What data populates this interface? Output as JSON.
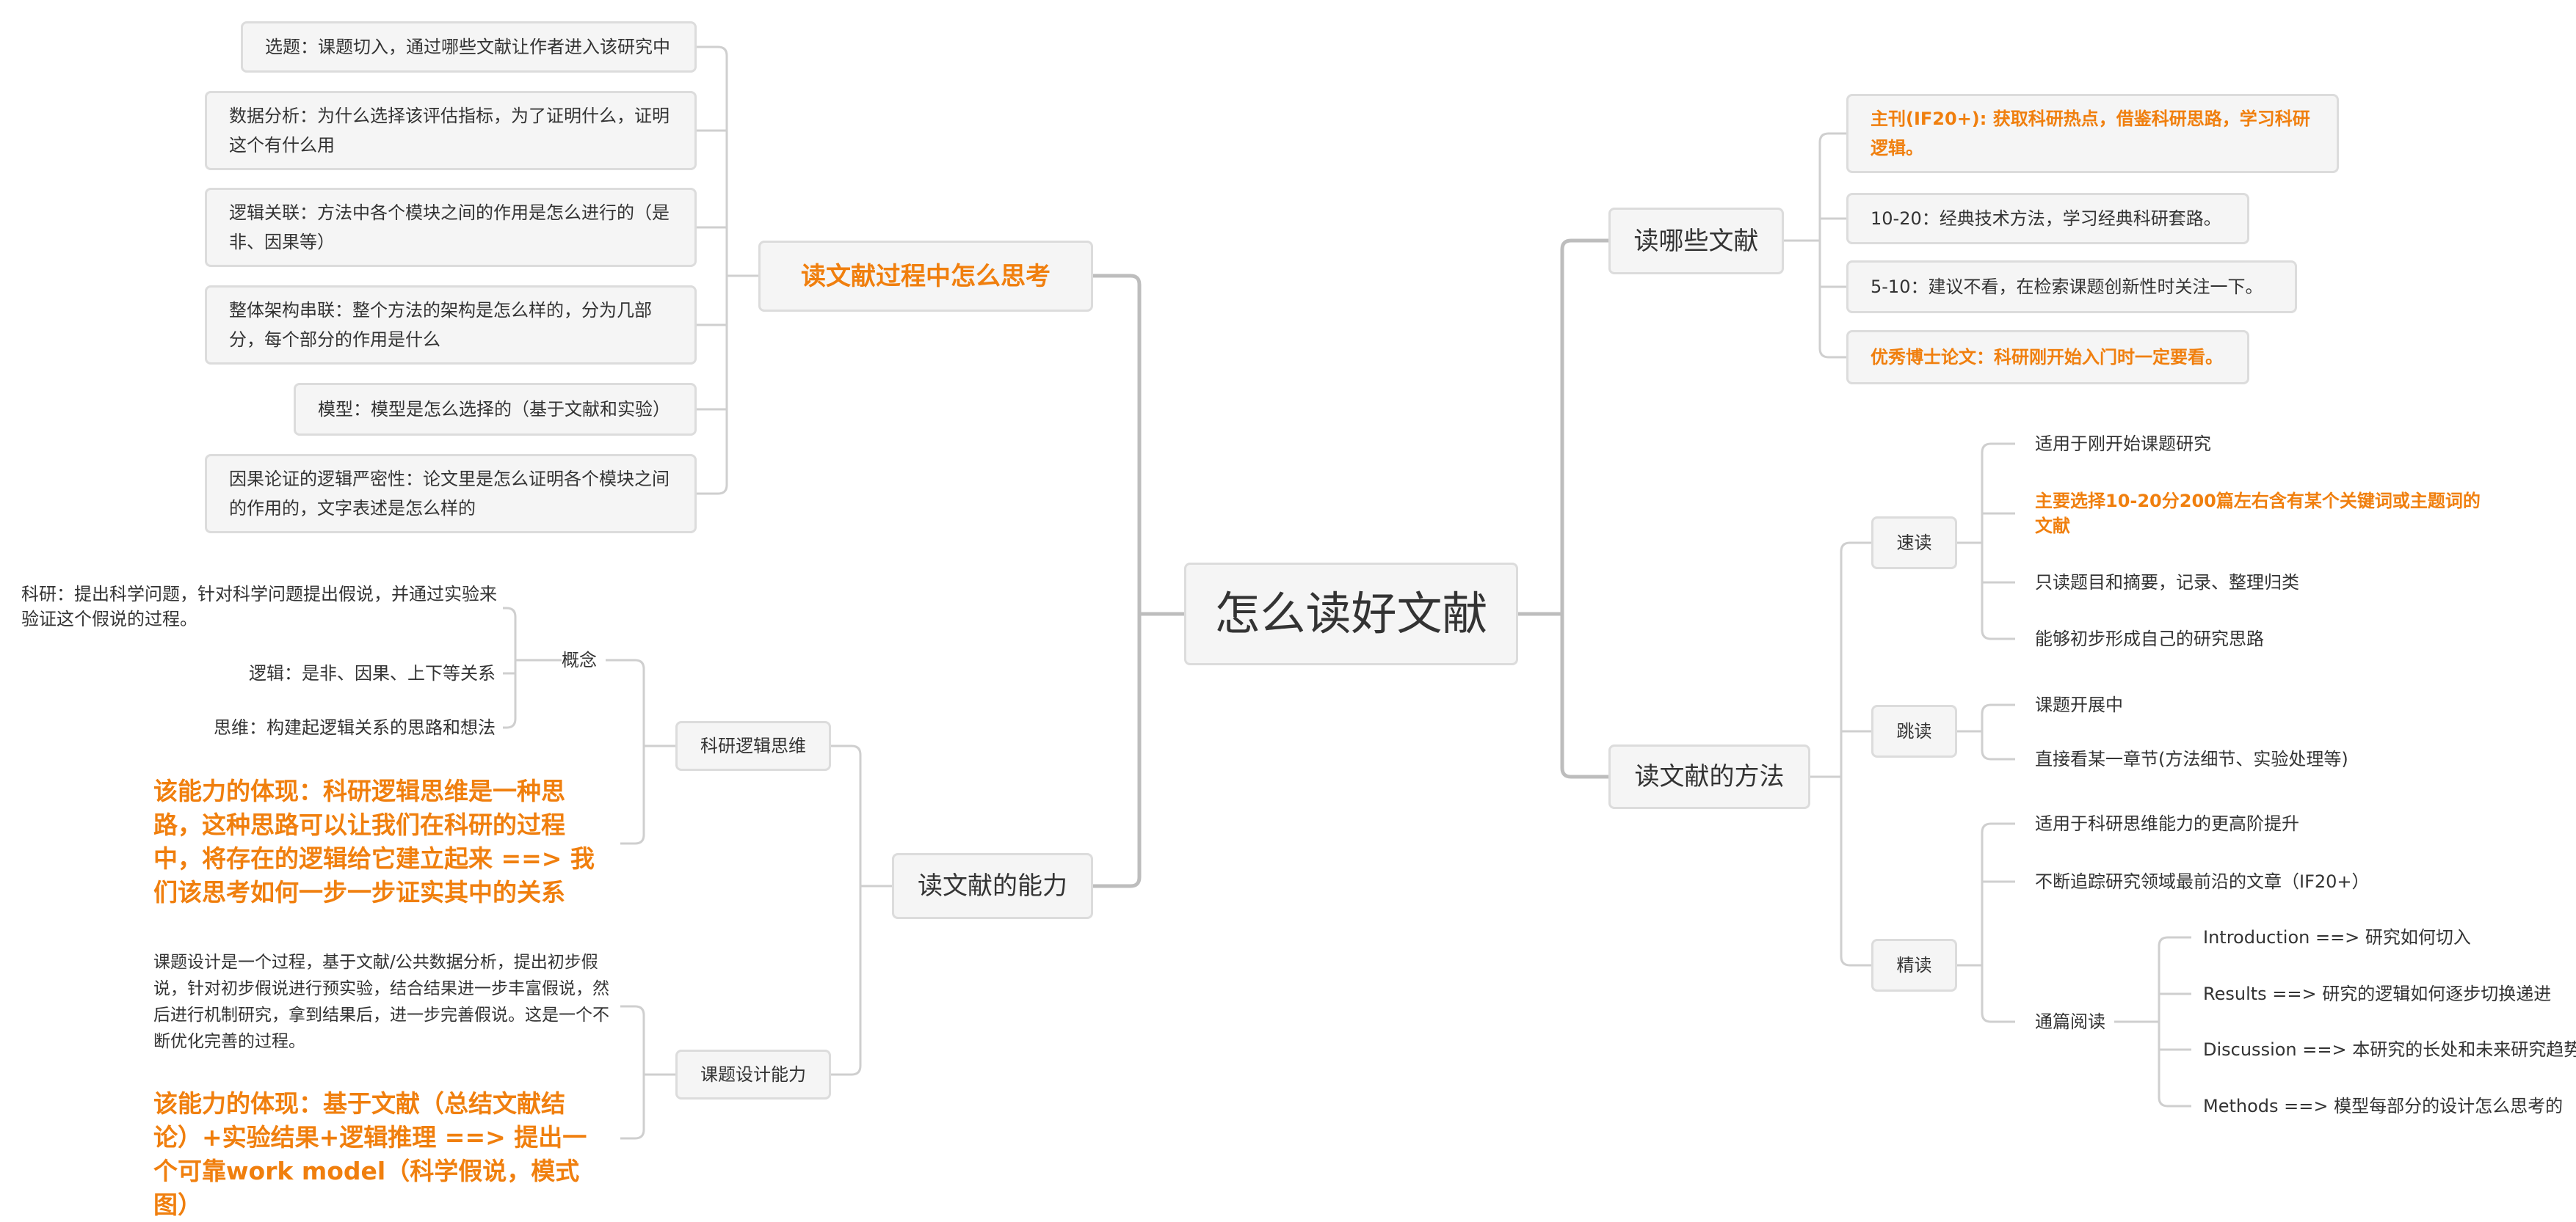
{
  "central": "怎么读好文献",
  "thinking": {
    "title": "读文献过程中怎么思考",
    "items": [
      "选题：课题切入，通过哪些文献让作者进入该研究中",
      "数据分析：为什么选择该评估指标，为了证明什么，证明这个有什么用",
      "逻辑关联：方法中各个模块之间的作用是怎么进行的（是非、因果等）",
      "整体架构串联：整个方法的架构是怎么样的，分为几部分，每个部分的作用是什么",
      "模型：模型是怎么选择的（基于文献和实验）",
      "因果论证的逻辑严密性：论文里是怎么证明各个模块之间的作用的，文字表述是怎么样的"
    ]
  },
  "ability": {
    "title": "读文献的能力",
    "logic": {
      "title": "科研逻辑思维",
      "concept": {
        "title": "概念",
        "items": [
          "科研：提出科学问题，针对科学问题提出假说，并通过实验来验证这个假说的过程。",
          "逻辑：是非、因果、上下等关系",
          "思维：构建起逻辑关系的思路和想法"
        ]
      },
      "manifestation": "该能力的体现：科研逻辑思维是一种思路，这种思路可以让我们在科研的过程中，将存在的逻辑给它建立起来 ==> 我们该思考如何一步一步证实其中的关系"
    },
    "design": {
      "title": "课题设计能力",
      "description": "课题设计是一个过程，基于文献/公共数据分析，提出初步假说，针对初步假说进行预实验，结合结果进一步丰富假说，然后进行机制研究，拿到结果后，进一步完善假说。这是一个不断优化完善的过程。",
      "manifestation": "该能力的体现：基于文献（总结文献结论）+实验结果+逻辑推理 ==> 提出一个可靠work model（科学假说，模式图）"
    }
  },
  "which": {
    "title": "读哪些文献",
    "items": [
      {
        "text": "主刊(IF20+): 获取科研热点，借鉴科研思路，学习科研逻辑。",
        "highlight": true
      },
      {
        "text": "10-20：经典技术方法，学习经典科研套路。",
        "highlight": false
      },
      {
        "text": "5-10：建议不看，在检索课题创新性时关注一下。",
        "highlight": false
      },
      {
        "text": "优秀博士论文：科研刚开始入门时一定要看。",
        "highlight": true
      }
    ]
  },
  "methods": {
    "title": "读文献的方法",
    "speed": {
      "title": "速读",
      "items": [
        "适用于刚开始课题研究",
        "主要选择10-20分200篇左右含有某个关键词或主题词的文献",
        "只读题目和摘要，记录、整理归类",
        "能够初步形成自己的研究思路"
      ]
    },
    "skip": {
      "title": "跳读",
      "items": [
        "课题开展中",
        "直接看某一章节(方法细节、实验处理等)"
      ]
    },
    "intensive": {
      "title": "精读",
      "items": [
        "适用于科研思维能力的更高阶提升",
        "不断追踪研究领域最前沿的文章（IF20+）"
      ],
      "full": {
        "title": "通篇阅读",
        "items": [
          "Introduction ==> 研究如何切入",
          "Results ==> 研究的逻辑如何逐步切换递进",
          "Discussion ==> 本研究的长处和未来研究趋势",
          "Methods ==> 模型每部分的设计怎么思考的"
        ]
      }
    }
  },
  "colors": {
    "accent": "#f07f0e",
    "line": "#c8c8c8",
    "node_bg": "#f5f5f5"
  }
}
